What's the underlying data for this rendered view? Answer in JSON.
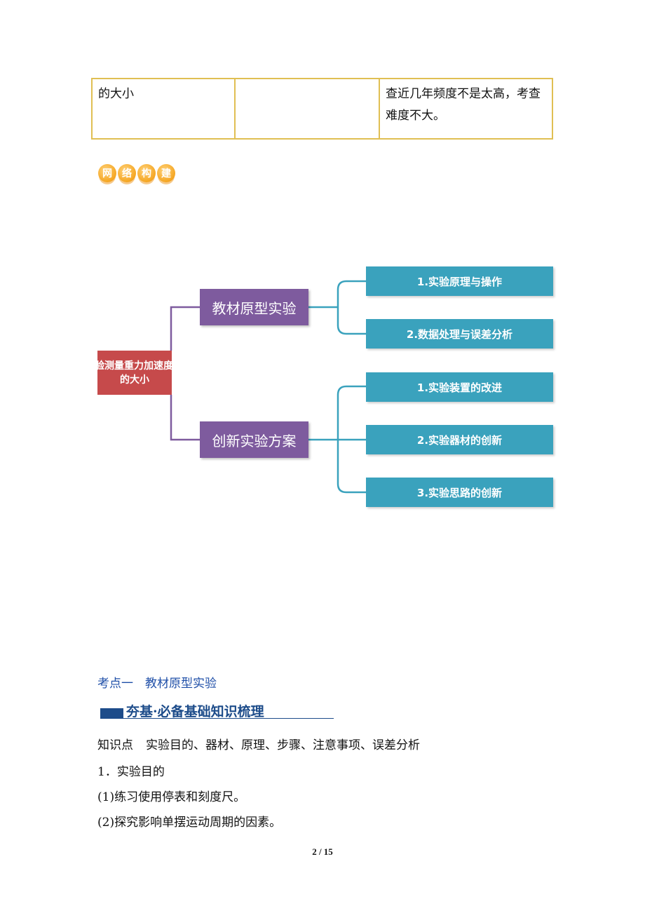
{
  "table_row": {
    "col1": "的大小",
    "col2": "",
    "col3_line1": "查近几年频度不是太高，考查",
    "col3_line2": "难度不大。"
  },
  "badge": {
    "chars": [
      "网",
      "络",
      "构",
      "建"
    ]
  },
  "mindmap": {
    "root_line1": "实验测量重力加速度",
    "root_line2": "的大小",
    "branch1": {
      "label": "教材原型实验",
      "leaves": [
        "1.实验原理与操作",
        "2.数据处理与误差分析"
      ]
    },
    "branch2": {
      "label": "创新实验方案",
      "leaves": [
        "1.实验装置的改进",
        "2.实验器材的创新",
        "3.实验思路的创新"
      ]
    },
    "colors": {
      "root": "#c64a4b",
      "mid": "#7e5b9e",
      "leaf": "#3aa2bd"
    }
  },
  "section": {
    "title": "考点一　教材原型实验",
    "banner": "夯基·必备基础知识梳理",
    "knowledge_label": "知识点",
    "knowledge_text": "实验目的、器材、原理、步骤、注意事项、误差分析",
    "item1": "1．实验目的",
    "item1_1": "(1)练习使用停表和刻度尺。",
    "item1_2": "(2)探究影响单摆运动周期的因素。"
  },
  "footer": {
    "page": "2 / 15"
  }
}
